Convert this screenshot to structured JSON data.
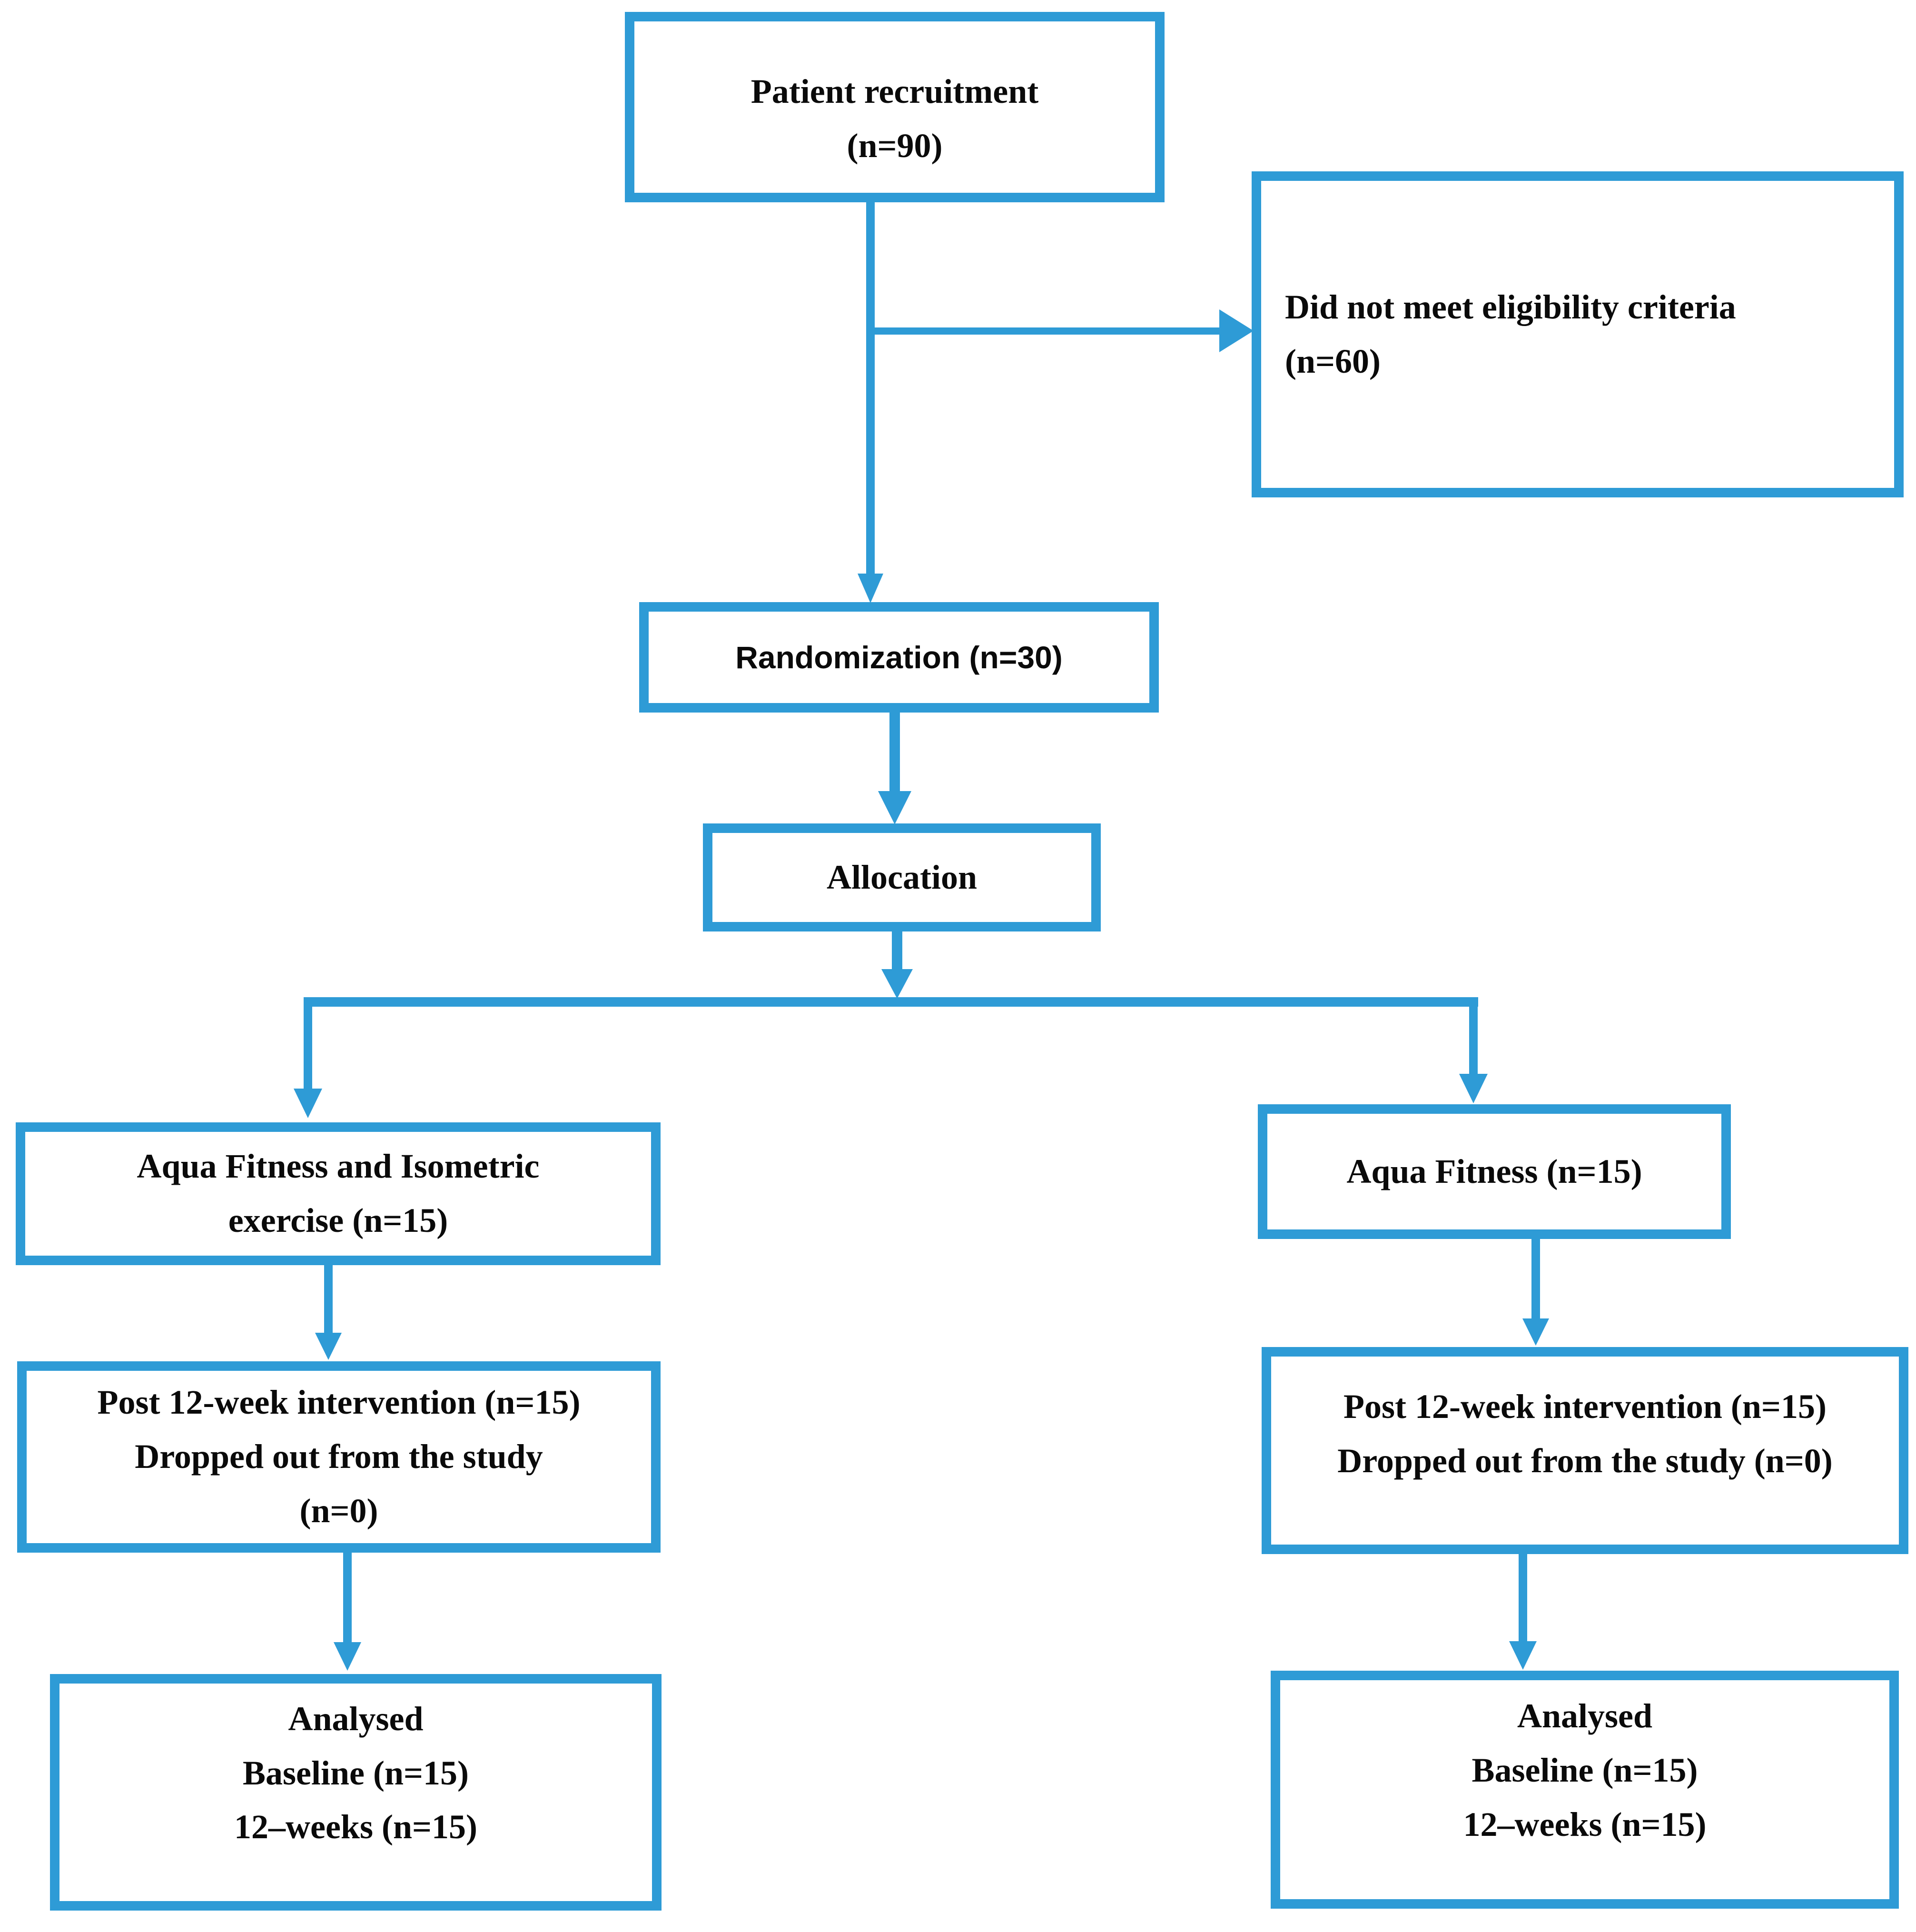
{
  "diagram": {
    "type": "consort-flowchart",
    "colors": {
      "accent": "#2E9BD6",
      "ink": "#0a0a0a",
      "background": "#ffffff"
    },
    "nodes": {
      "recruitment": {
        "line1": "Patient recruitment",
        "line2": "(n=90)"
      },
      "eligibility": {
        "line1": "Did not meet eligibility criteria",
        "line2": "(n=60)"
      },
      "randomization": {
        "label": "Randomization (n=30)"
      },
      "allocation": {
        "label": "Allocation"
      },
      "group_left": {
        "line1": "Aqua Fitness and Isometric",
        "line2": "exercise (n=15)"
      },
      "group_right": {
        "label": "Aqua Fitness (n=15)"
      },
      "post_left": {
        "line1": "Post 12-week intervention (n=15)",
        "line2": "Dropped out from the study",
        "line3": "(n=0)"
      },
      "post_right": {
        "line1": "Post 12-week intervention (n=15)",
        "line2": "Dropped out from the study (n=0)"
      },
      "analysed_left": {
        "line1": "Analysed",
        "line2": "Baseline (n=15)",
        "line3": "12–weeks (n=15)"
      },
      "analysed_right": {
        "line1": "Analysed",
        "line2": "Baseline (n=15)",
        "line3": "12–weeks (n=15)"
      }
    }
  }
}
